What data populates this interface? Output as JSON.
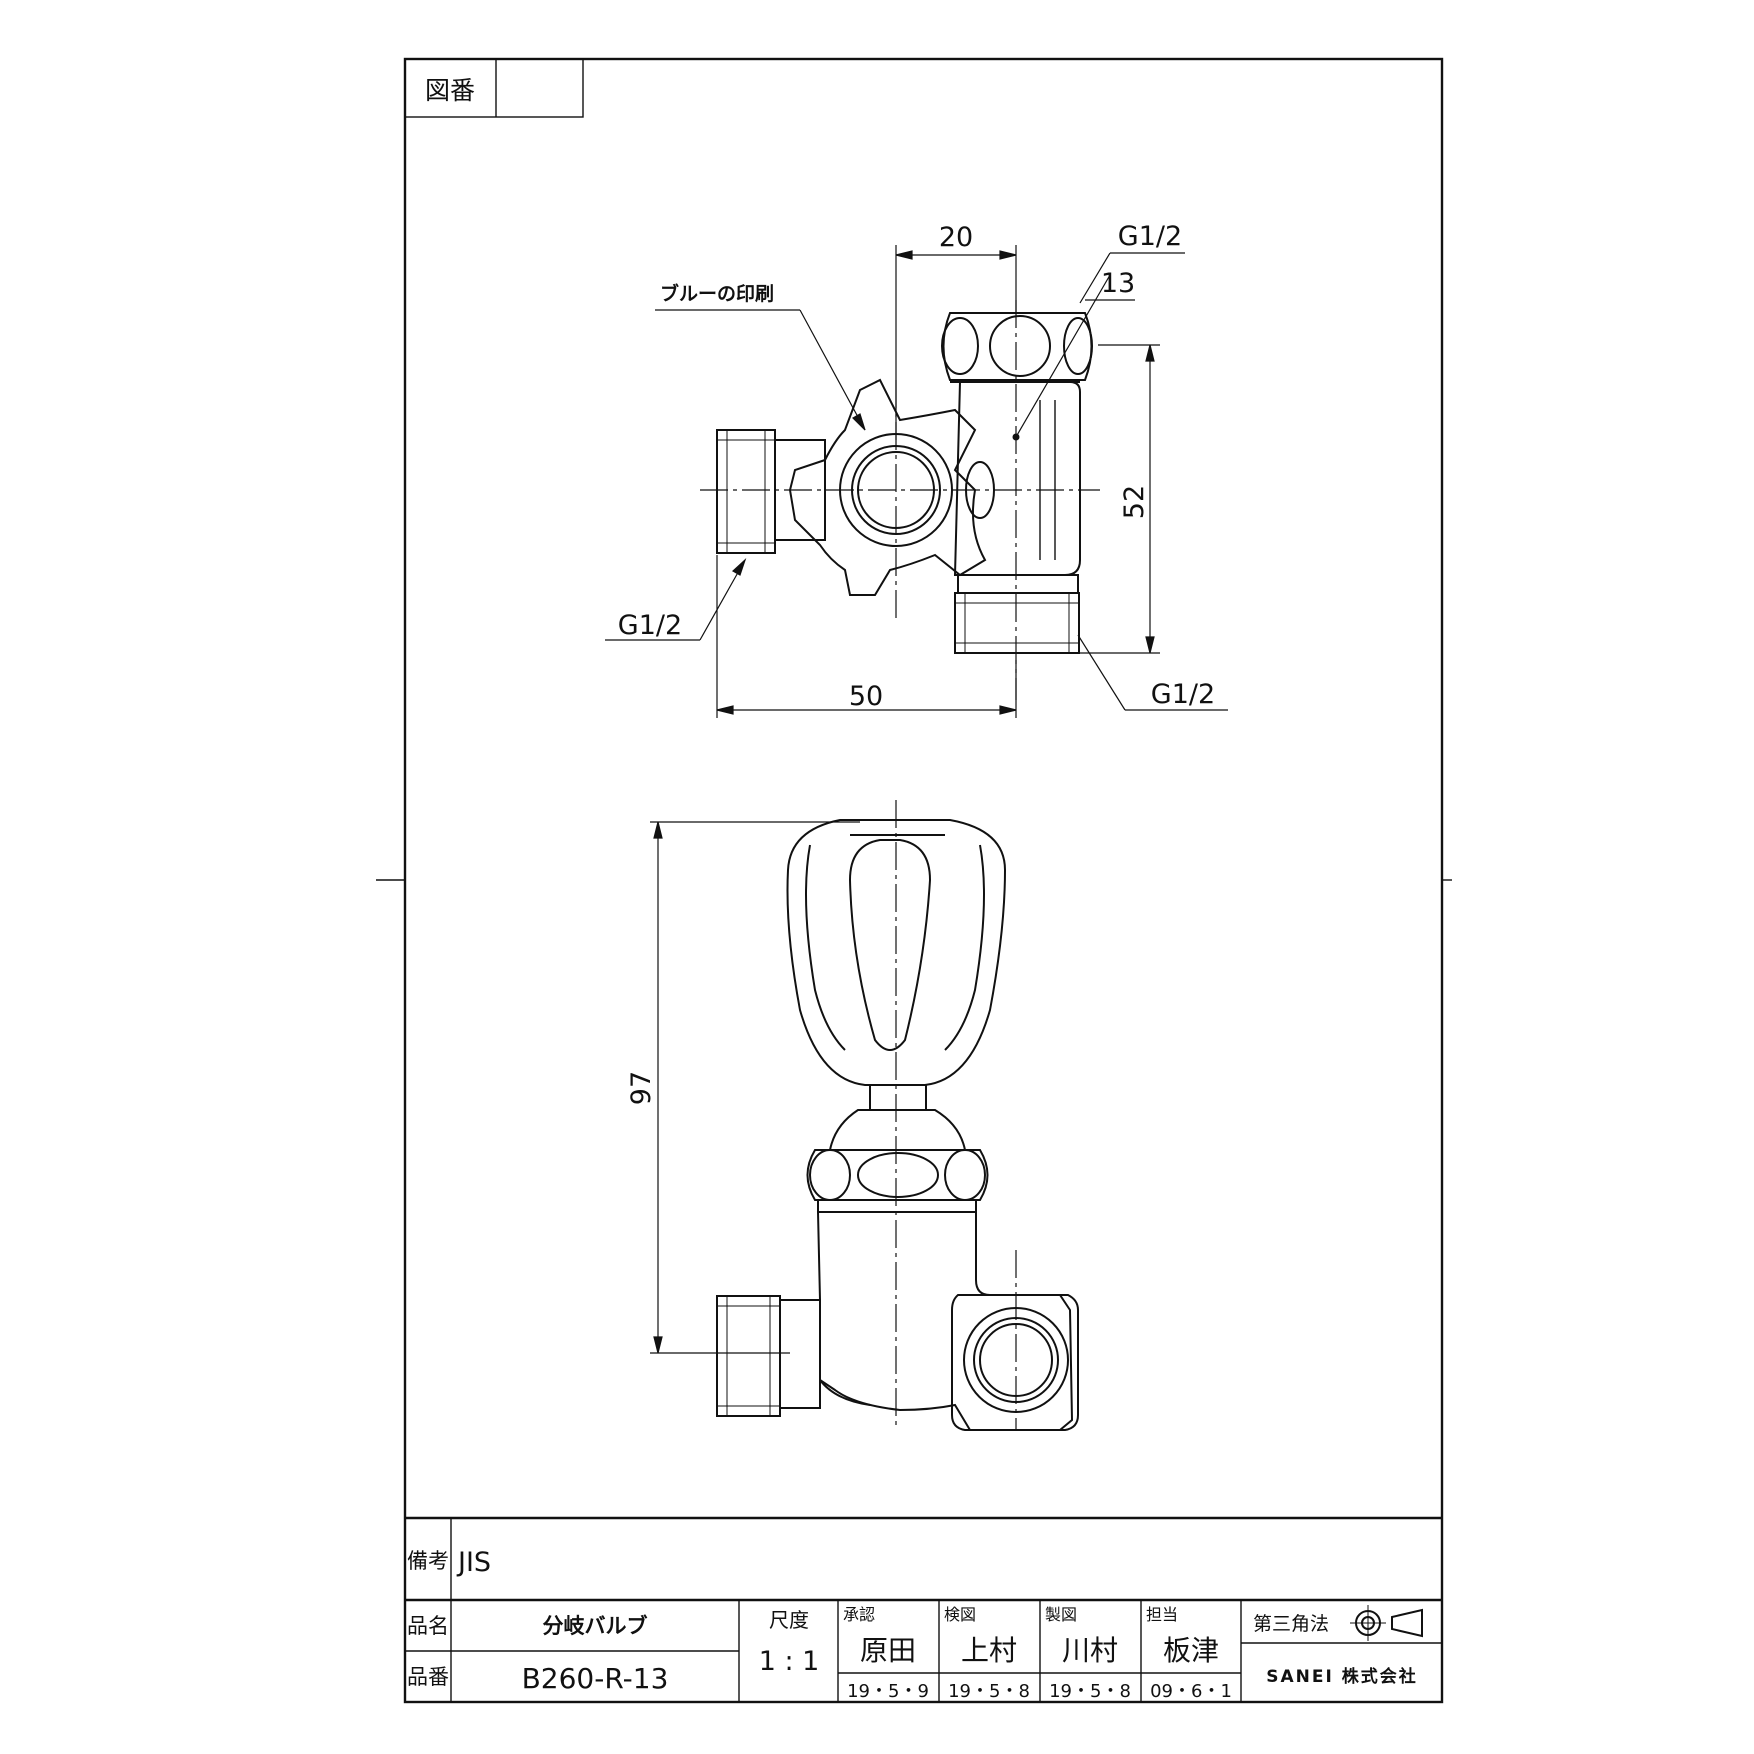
{
  "drawing_no": {
    "label": "図番",
    "value": ""
  },
  "views": {
    "top": {
      "dims": {
        "width_20": "20",
        "width_50": "50",
        "height_52": "52",
        "nut_13": "13"
      },
      "threads": {
        "top_right": "G1/2",
        "left": "G1/2",
        "bottom_right": "G1/2"
      },
      "note": "ブルーの印刷"
    },
    "front": {
      "dims": {
        "height_97": "97"
      }
    }
  },
  "title_block": {
    "remarks_label": "備考",
    "remarks_value": "JIS",
    "name_label": "品名",
    "name_value": "分岐バルブ",
    "part_label": "品番",
    "part_value": "B260-R-13",
    "scale_label": "尺度",
    "scale_value": "1 : 1",
    "approval": {
      "label": "承認",
      "name": "原田",
      "date": "19・5・9"
    },
    "check": {
      "label": "検図",
      "name": "上村",
      "date": "19・5・8"
    },
    "drawn": {
      "label": "製図",
      "name": "川村",
      "date": "19・5・8"
    },
    "charge": {
      "label": "担当",
      "name": "板津",
      "date": "09・6・1"
    },
    "projection_label": "第三角法",
    "company": "SANEI 株式会社"
  }
}
